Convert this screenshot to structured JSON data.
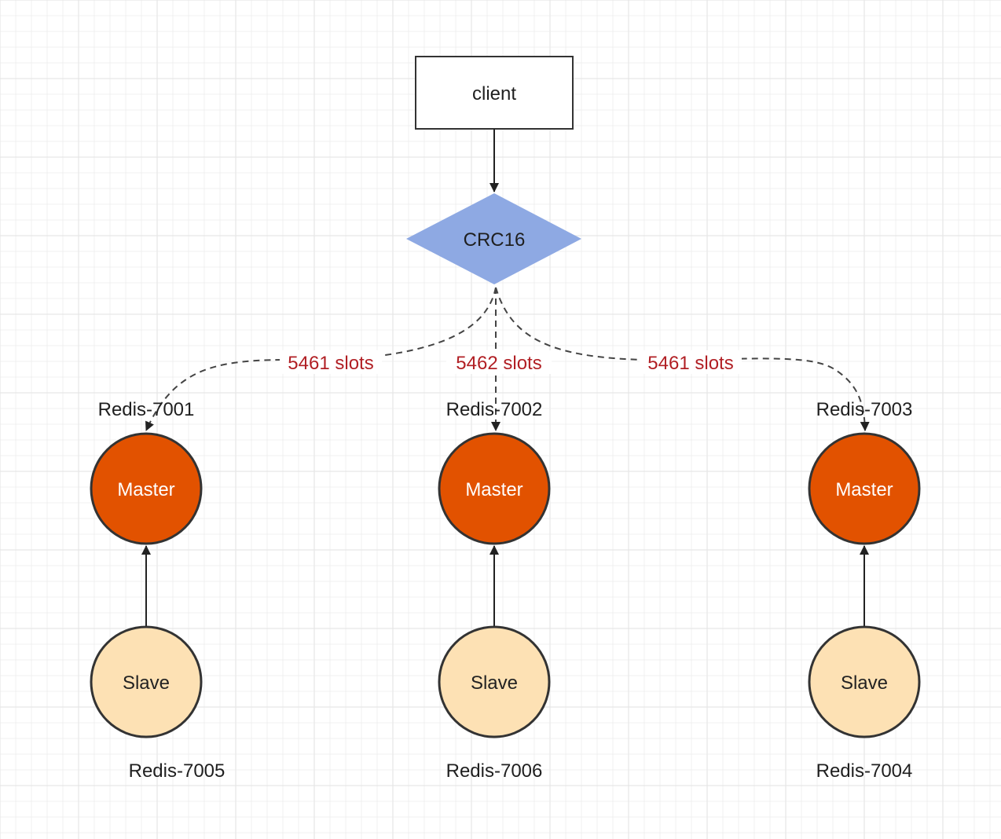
{
  "colors": {
    "grid": "#e6e6e6",
    "client_fill": "#ffffff",
    "stroke": "#333333",
    "crc_fill": "#8ea9e3",
    "crc_text": "#ffffff",
    "master_fill": "#e25200",
    "master_text": "#ffffff",
    "slave_fill": "#fde1b4",
    "slave_text": "#222222",
    "slot_text": "#b11f24",
    "dashed_edge": "#444444"
  },
  "client": {
    "label": "client"
  },
  "hash": {
    "label": "CRC16"
  },
  "slots": [
    {
      "label": "5461 slots"
    },
    {
      "label": "5462 slots"
    },
    {
      "label": "5461 slots"
    }
  ],
  "masters": [
    {
      "name": "Redis-7001",
      "label": "Master"
    },
    {
      "name": "Redis-7002",
      "label": "Master"
    },
    {
      "name": "Redis-7003",
      "label": "Master"
    }
  ],
  "slaves": [
    {
      "name": "Redis-7005",
      "label": "Slave"
    },
    {
      "name": "Redis-7006",
      "label": "Slave"
    },
    {
      "name": "Redis-7004",
      "label": "Slave"
    }
  ]
}
